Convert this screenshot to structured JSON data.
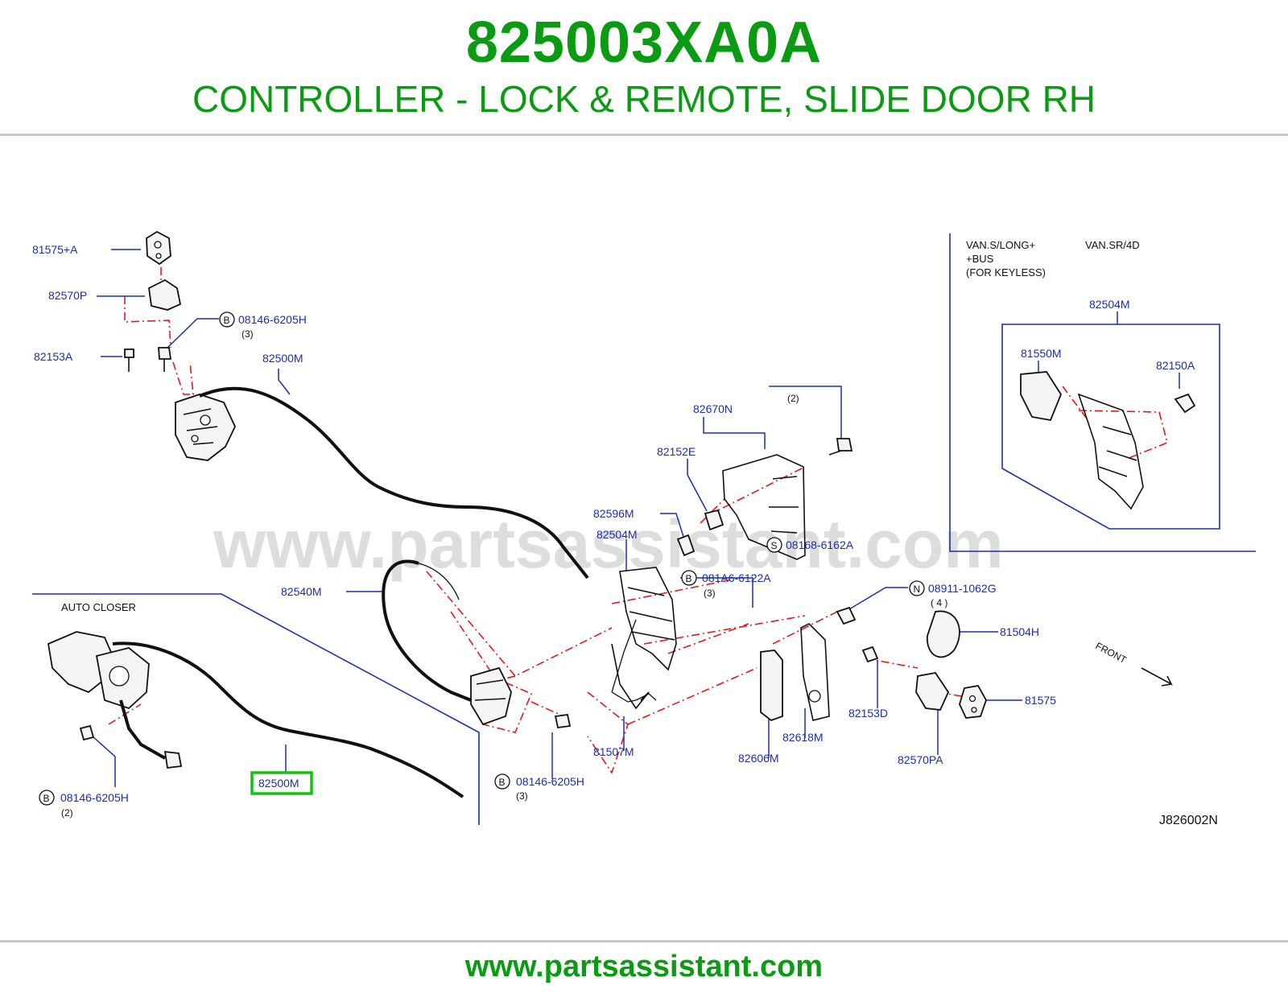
{
  "header": {
    "part_number": "825003XA0A",
    "part_name": "CONTROLLER - LOCK & REMOTE, SLIDE DOOR RH"
  },
  "footer": {
    "url": "www.partsassistant.com"
  },
  "watermark": "www.partsassistant.com",
  "diagram": {
    "code": "J826002N",
    "highlighted_part": "82500M",
    "inset": {
      "variant_a_line1": "VAN.S/LONG+",
      "variant_a_line2": "+BUS",
      "variant_a_line3": "(FOR   KEYLESS)",
      "variant_b": "VAN.SR/4D",
      "group_label": "82504M",
      "parts": [
        "81550M",
        "82150A"
      ]
    },
    "auto_closer_label": "AUTO   CLOSER",
    "front_label": "FRONT",
    "labels": {
      "p81575_a": "81575+A",
      "p82570P": "82570P",
      "p82153A": "82153A",
      "bolt_b1": "08146-6205H",
      "bolt_b1_qty": "(3)",
      "p82500M_top": "82500M",
      "bolt_s": "08168-6162A",
      "bolt_s_qty": "(2)",
      "p82670N": "82670N",
      "p82152E": "82152E",
      "p82596M": "82596M",
      "p82504M": "82504M",
      "p82540M": "82540M",
      "bolt_b2": "081A6-6122A",
      "bolt_b2_qty": "(3)",
      "nut_n": "08911-1062G",
      "nut_n_qty": "(  4  )",
      "p81504H": "81504H",
      "p82153D": "82153D",
      "p81575": "81575",
      "p82570PA": "82570PA",
      "p82618M": "82618M",
      "p82606M": "82606M",
      "p81507M": "81507M",
      "bolt_b3": "08146-6205H",
      "bolt_b3_qty": "(3)",
      "p82500M_hl": "82500M",
      "bolt_b4": "08146-6205H",
      "bolt_b4_qty": "(2)"
    },
    "badges": {
      "b": "B",
      "s": "S",
      "n": "N"
    }
  },
  "colors": {
    "title_green": "#0a9b12",
    "label_blue": "#1a2fb0",
    "dash_red": "#e01b1b",
    "highlight_green": "#0ec40e"
  }
}
